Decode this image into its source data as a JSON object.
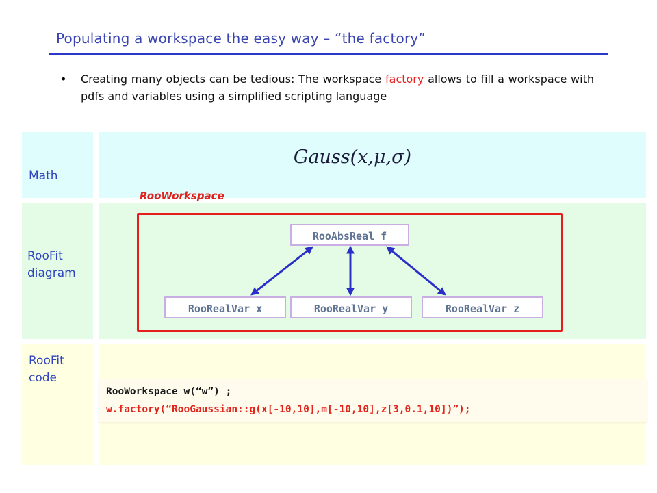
{
  "slide": {
    "title": "Populating a workspace the easy way – “the factory”",
    "bullet": {
      "before": "Creating many objects can be tedious: The workspace ",
      "highlight": "factory",
      "after": " allows to fill a workspace with pdfs and variables using a simplified scripting language"
    }
  },
  "rows": {
    "math": {
      "label": "Math",
      "formula": "Gauss(x,μ,σ)"
    },
    "diagram": {
      "label": "RooFit diagram",
      "workspace_label": "RooWorkspace",
      "nodes": {
        "f": "RooAbsReal f",
        "x": "RooRealVar x",
        "y": "RooRealVar y",
        "z": "RooRealVar z"
      }
    },
    "code": {
      "label": "RooFit code",
      "line1": "RooWorkspace w(“w”) ;",
      "line2": "w.factory(“RooGaussian::g(x[-10,10],m[-10,10],z[3,0.1,10])”);"
    }
  },
  "colors": {
    "title": "#3a45b0",
    "title_rule": "#2c36c8",
    "highlight": "#e8211e",
    "math_band": "#e0fdfd",
    "diagram_band": "#e4fce5",
    "code_band": "#ffffe2",
    "workspace_border": "#e61e1e",
    "arrow": "#2a2fc8",
    "node_text": "#5f7393"
  }
}
